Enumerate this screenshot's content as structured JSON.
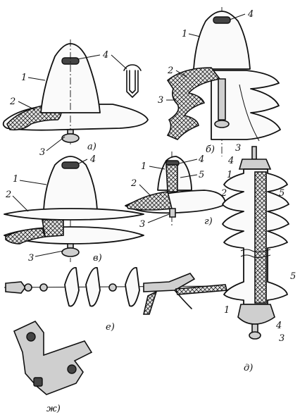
{
  "figure": {
    "panels": [
      {
        "id": "a",
        "caption": "а)",
        "labels": [
          "1",
          "2",
          "3",
          "4"
        ]
      },
      {
        "id": "b",
        "caption": "б)",
        "labels": [
          "1",
          "2",
          "3",
          "4"
        ]
      },
      {
        "id": "v",
        "caption": "в)",
        "labels": [
          "1",
          "2",
          "3",
          "4"
        ]
      },
      {
        "id": "g",
        "caption": "г)",
        "labels": [
          "1",
          "2",
          "3",
          "4",
          "5"
        ]
      },
      {
        "id": "d",
        "caption": "д)",
        "labels": [
          "3",
          "4",
          "1",
          "2",
          "5",
          "5",
          "1",
          "4",
          "3"
        ]
      },
      {
        "id": "e",
        "caption": "е)",
        "labels": []
      },
      {
        "id": "zh",
        "caption": "ж)",
        "labels": []
      }
    ],
    "extra_labels": {
      "a_pin_label": "4"
    }
  }
}
